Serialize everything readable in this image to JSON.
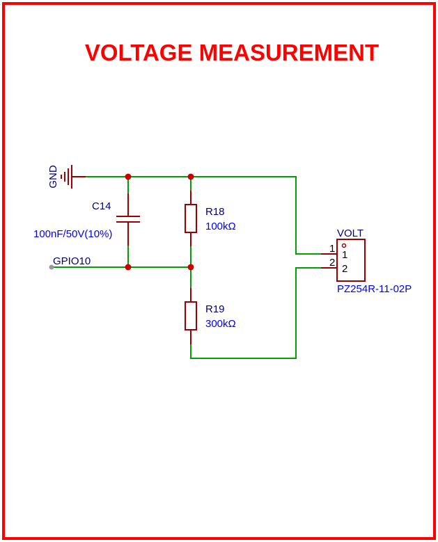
{
  "title": "VOLTAGE MEASUREMENT",
  "colors": {
    "border": "#ff0000",
    "title": "#ff0000",
    "wire": "#00a000",
    "component": "#990000",
    "junction": "#cc0000",
    "designator": "#000080",
    "value": "#0000ff"
  },
  "power": {
    "gnd": {
      "label": "GND",
      "icon": "ground-icon"
    }
  },
  "net_labels": {
    "gpio": "GPIO10"
  },
  "components": {
    "c14": {
      "designator": "C14",
      "value": "100nF/50V(10%)",
      "type": "capacitor"
    },
    "r18": {
      "designator": "R18",
      "value": "100kΩ",
      "type": "resistor"
    },
    "r19": {
      "designator": "R19",
      "value": "300kΩ",
      "type": "resistor"
    },
    "volt": {
      "designator": "VOLT",
      "part": "PZ254R-11-02P",
      "type": "connector",
      "pins": [
        {
          "number": "1",
          "name": "1"
        },
        {
          "number": "2",
          "name": "2"
        }
      ]
    }
  }
}
